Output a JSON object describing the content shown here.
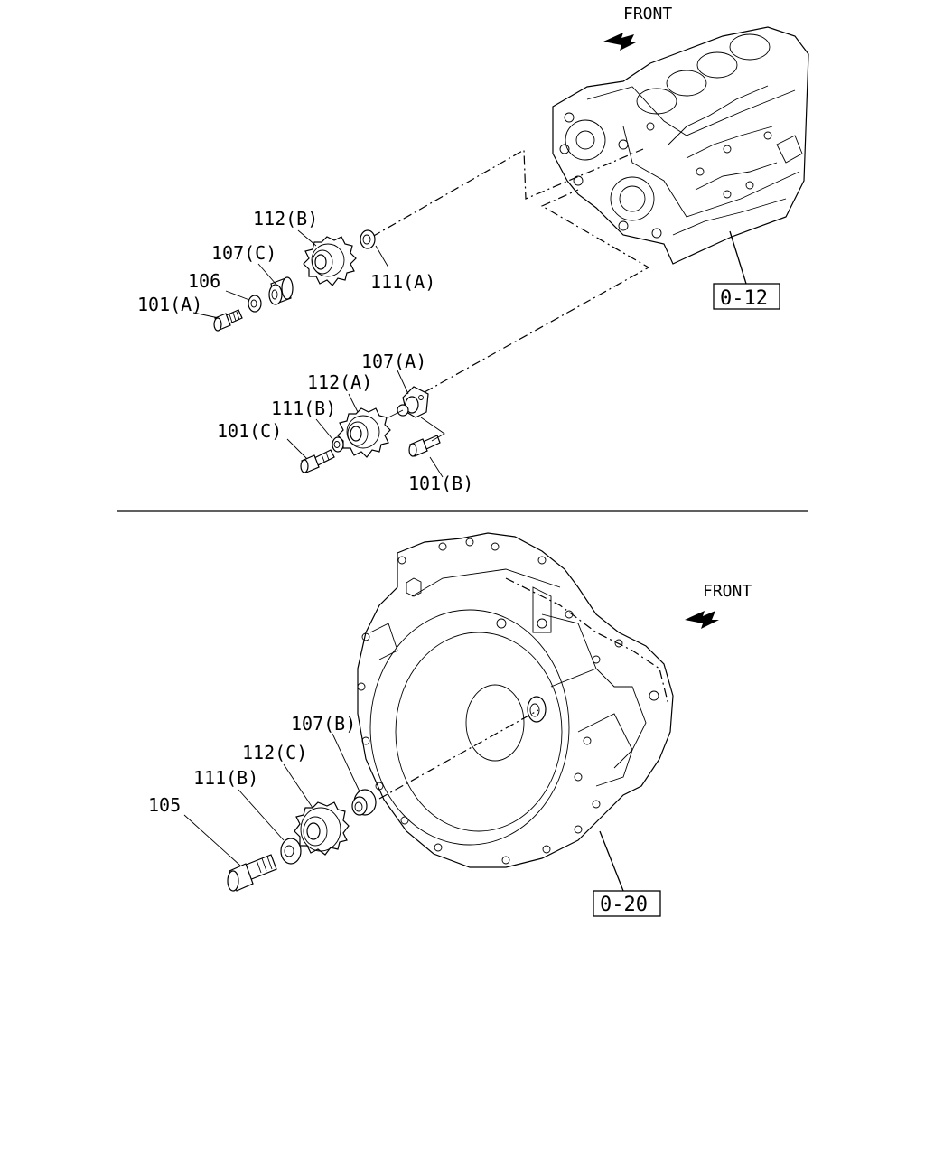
{
  "top_diagram": {
    "front_label": "FRONT",
    "ref_box": "0-12",
    "labels": {
      "gear_b": "112(B)",
      "bushing_c": "107(C)",
      "washer_106": "106",
      "bolt_a": "101(A)",
      "washer_a": "111(A)",
      "bushing_a": "107(A)",
      "gear_a": "112(A)",
      "washer_b": "111(B)",
      "bolt_c": "101(C)",
      "bolt_b": "101(B)"
    }
  },
  "bottom_diagram": {
    "front_label": "FRONT",
    "ref_box": "0-20",
    "labels": {
      "bushing_b": "107(B)",
      "gear_c": "112(C)",
      "washer_b": "111(B)",
      "bolt_105": "105"
    }
  }
}
